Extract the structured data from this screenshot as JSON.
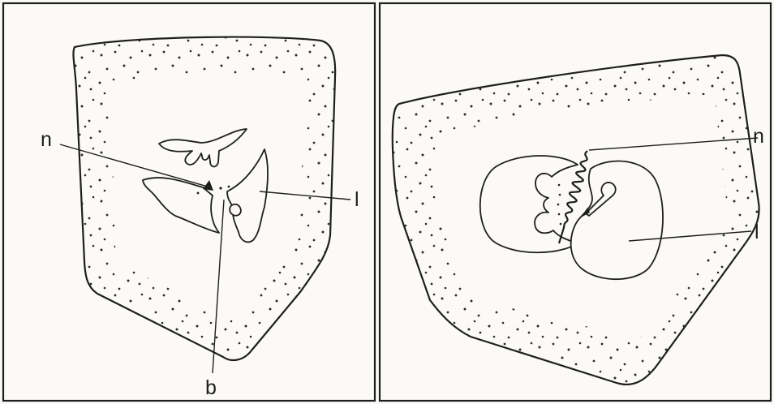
{
  "left_panel": {
    "label_n": "n",
    "label_l": "l",
    "label_b": "b"
  },
  "right_panel": {
    "label_n": "n",
    "label_l": "l"
  }
}
